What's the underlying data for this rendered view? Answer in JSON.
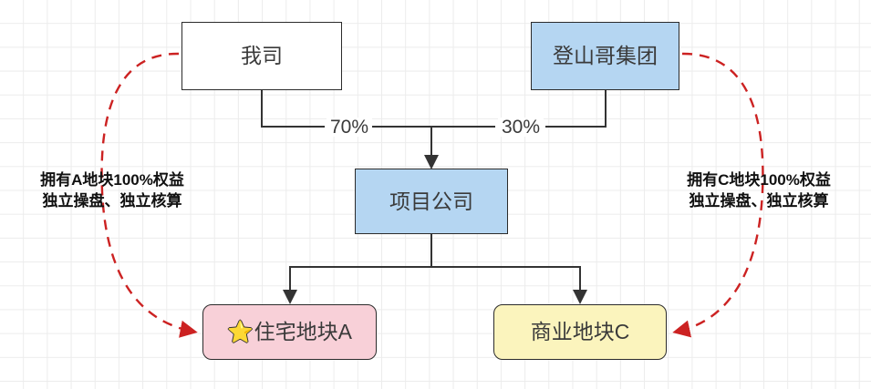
{
  "diagram": {
    "title_nodes": {
      "our_company": "我司",
      "group": "登山哥集团",
      "project_company": "项目公司",
      "plot_a": "住宅地块A",
      "plot_c": "商业地块C",
      "star_icon": "⭐"
    },
    "edge_labels": {
      "left_share": "70%",
      "right_share": "30%"
    },
    "annotations": {
      "left": {
        "line1": "拥有A地块100%权益",
        "line2": "独立操盘、独立核算"
      },
      "right": {
        "line1": "拥有C地块100%权益",
        "line2": "独立操盘、独立核算"
      }
    },
    "colors": {
      "node_blue": "#b5d6f2",
      "node_pink": "#f8d0d8",
      "node_yellow": "#fbf4bd",
      "node_white": "#ffffff",
      "node_border": "#2b2b2b",
      "edge_line": "#333333",
      "dashed_red": "#cc2222",
      "grid_line": "#ececec",
      "star_fill": "#f4c430"
    }
  }
}
